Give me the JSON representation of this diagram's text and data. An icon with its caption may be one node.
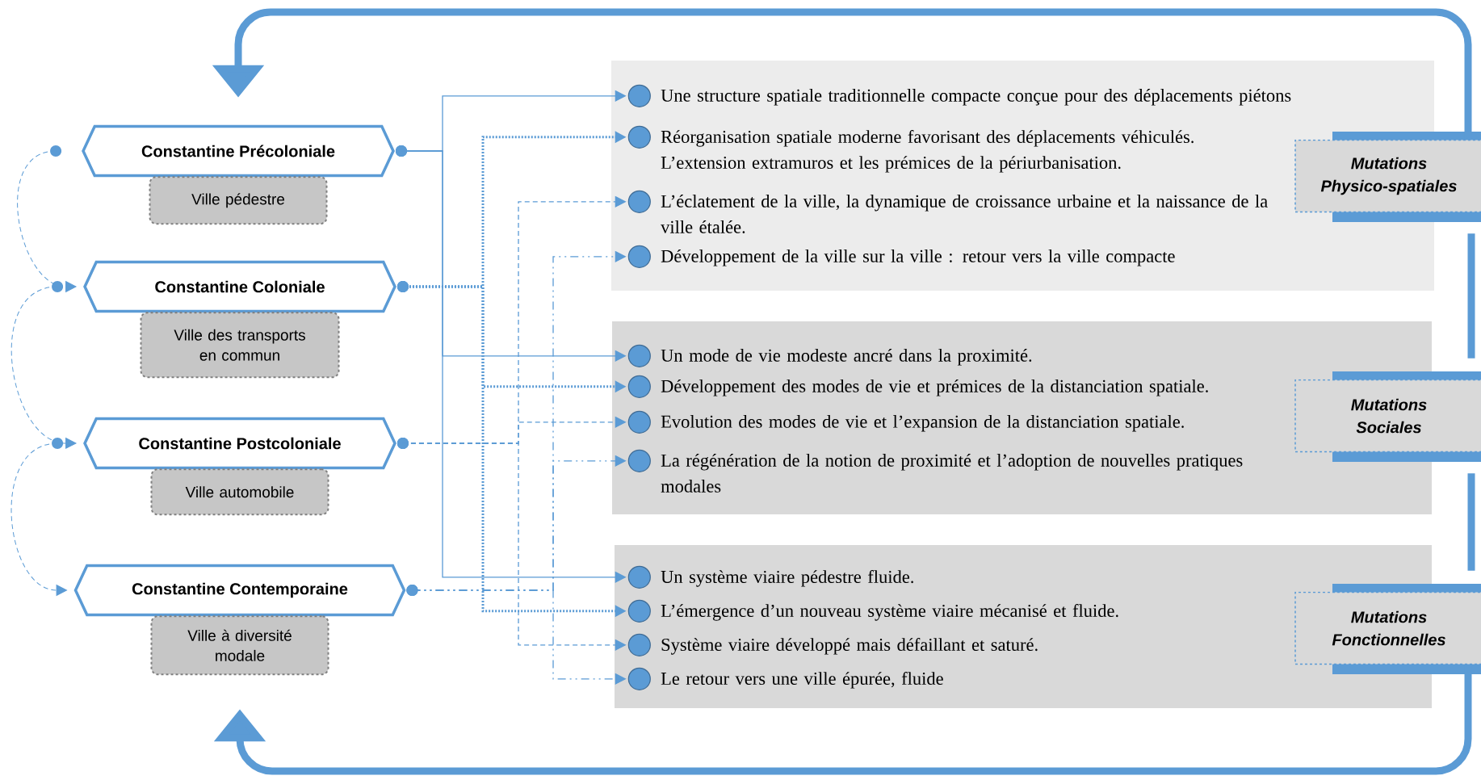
{
  "diagram": {
    "nodes": [
      {
        "text": [
          "Constantine Précoloniale"
        ]
      },
      {
        "text": [
          "Ville pédestre"
        ]
      },
      {
        "text": [
          "Constantine Coloniale"
        ]
      },
      {
        "text": [
          "Ville des transports en commun"
        ]
      },
      {
        "text": [
          "Constantine Postcoloniale"
        ]
      },
      {
        "text": [
          "Ville automobile"
        ]
      },
      {
        "text": [
          "Constantine Contemporaine"
        ]
      },
      {
        "text": [
          "Ville à diversité modale"
        ]
      },
      {
        "text": [],
        "shape": "box"
      },
      {
        "text": [],
        "shape": "circle",
        "in": 8,
        "beside": [
          "Une structure spatiale traditionnelle compacte conçue pour des déplacements piétons"
        ]
      },
      {
        "text": [],
        "shape": "circle",
        "in": 8,
        "beside": [
          "Réorganisation spatiale moderne favorisant des déplacements véhiculés. L’extension extramuros et les prémices de la périurbanisation."
        ]
      },
      {
        "text": [],
        "shape": "circle",
        "in": 8,
        "beside": [
          "L’éclatement de la ville, la dynamique de croissance urbaine et la naissance de la ville étalée."
        ]
      },
      {
        "text": [],
        "shape": "circle",
        "in": 8,
        "beside": [
          "Développement de la ville sur la ville : retour vers la ville compacte"
        ]
      },
      {
        "text": [],
        "shape": "box"
      },
      {
        "text": [],
        "shape": "circle",
        "in": 13,
        "beside": [
          "Un mode de vie modeste ancré dans la proximité."
        ]
      },
      {
        "text": [],
        "shape": "circle",
        "in": 13,
        "beside": [
          "Développement des modes de vie et prémices de la distanciation spatiale."
        ]
      },
      {
        "text": [],
        "shape": "circle",
        "in": 13,
        "beside": [
          "Evolution des modes de vie et l’expansion de la distanciation spatiale."
        ]
      },
      {
        "text": [],
        "shape": "circle",
        "in": 13,
        "beside": [
          "La régénération de la notion de proximité et l’adoption de nouvelles pratiques modales"
        ]
      },
      {
        "text": [],
        "shape": "box"
      },
      {
        "text": [],
        "shape": "circle",
        "in": 18,
        "beside": [
          "Un système viaire pédestre fluide."
        ]
      },
      {
        "text": [],
        "shape": "circle",
        "in": 18,
        "beside": [
          "L’émergence d’un nouveau système viaire mécanisé et fluide."
        ]
      },
      {
        "text": [],
        "shape": "circle",
        "in": 18,
        "beside": [
          "Système viaire développé mais défaillant et saturé."
        ]
      },
      {
        "text": [],
        "shape": "circle",
        "in": 18,
        "beside": [
          "Le retour vers une ville épurée, fluide"
        ]
      },
      {
        "text": [
          "Mutations Physico-spatiales"
        ]
      },
      {
        "text": [
          "Mutations Sociales"
        ]
      },
      {
        "text": [
          "Mutations Fonctionnelles"
        ]
      }
    ],
    "edges": [
      {
        "from": 0,
        "to": 2,
        "arrow": "to",
        "style": "dashed"
      },
      {
        "from": 2,
        "to": 4,
        "arrow": "to",
        "style": "dashed"
      },
      {
        "from": 4,
        "to": 6,
        "arrow": "to",
        "style": "dashed"
      },
      {
        "from": 0,
        "to": 9,
        "arrow": "to"
      },
      {
        "from": 0,
        "to": 14,
        "arrow": "to"
      },
      {
        "from": 0,
        "to": 19,
        "arrow": "to"
      },
      {
        "from": 2,
        "to": 10,
        "arrow": "to",
        "style": "dashed"
      },
      {
        "from": 2,
        "to": 15,
        "arrow": "to",
        "style": "dashed"
      },
      {
        "from": 2,
        "to": 20,
        "arrow": "to",
        "style": "dashed"
      },
      {
        "from": 4,
        "to": 11,
        "arrow": "to",
        "style": "dashed"
      },
      {
        "from": 4,
        "to": 16,
        "arrow": "to",
        "style": "dashed"
      },
      {
        "from": 4,
        "to": 21,
        "arrow": "to",
        "style": "dashed"
      },
      {
        "from": 6,
        "to": 12,
        "arrow": "to",
        "style": "dashed"
      },
      {
        "from": 6,
        "to": 17,
        "arrow": "to",
        "style": "dashed"
      },
      {
        "from": 6,
        "to": 22,
        "arrow": "to",
        "style": "dashed"
      },
      {
        "from": 23,
        "to": 24,
        "arrow": "none",
        "style": "thick"
      },
      {
        "from": 24,
        "to": 25,
        "arrow": "none",
        "style": "thick"
      },
      {
        "from": 23,
        "to": 0,
        "arrow": "to",
        "style": "thick"
      },
      {
        "from": 25,
        "to": 7,
        "arrow": "to",
        "style": "thick"
      }
    ]
  }
}
